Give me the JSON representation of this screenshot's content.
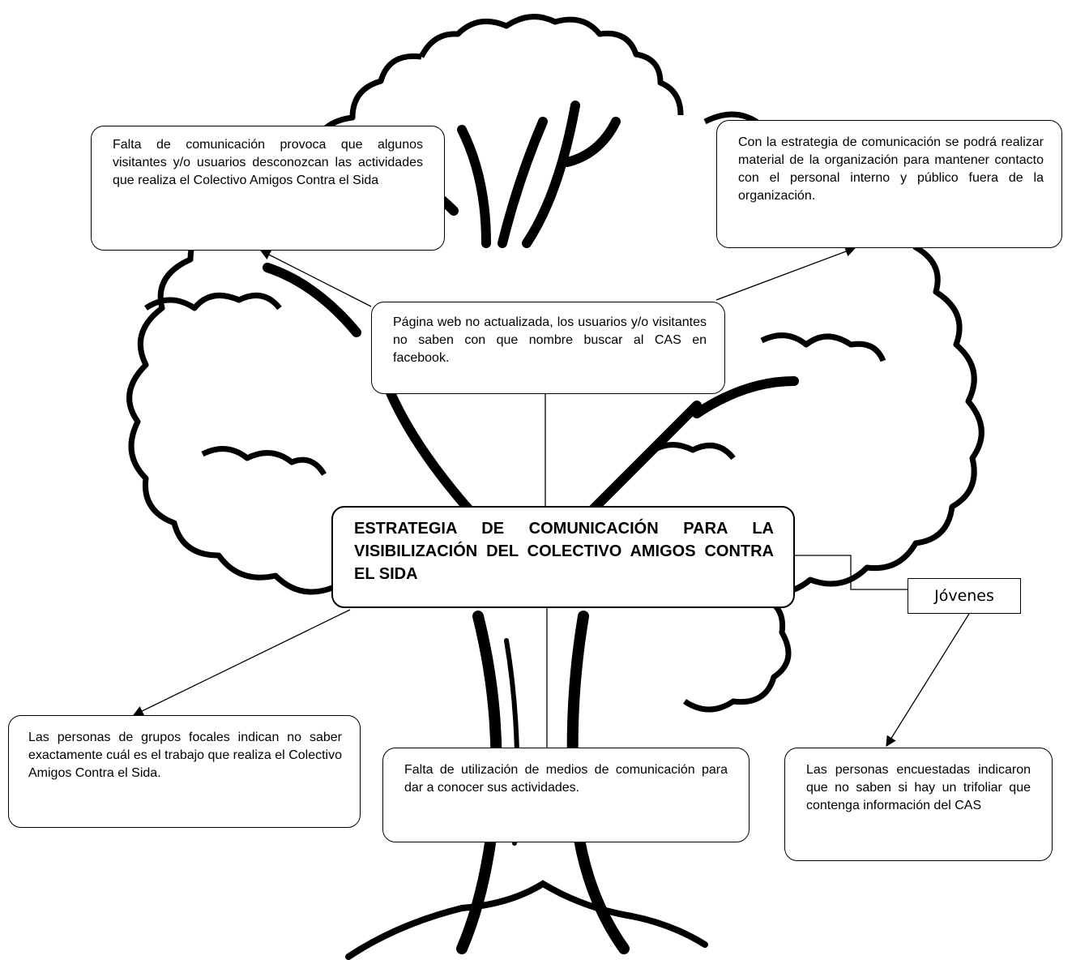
{
  "diagram": {
    "main": "ESTRATEGIA DE COMUNICACIÓN PARA LA VISIBILIZACIÓN DEL COLECTIVO AMIGOS CONTRA EL SIDA",
    "top_left": "Falta de comunicación provoca que algunos visitantes y/o usuarios desconozcan las actividades que realiza el Colectivo Amigos Contra el Sida",
    "top_right": "Con la estrategia de comunicación se podrá realizar material de la organización para mantener contacto con el personal interno y público fuera de la organización.",
    "center_top": "Página web no actualizada, los usuarios y/o visitantes no saben con que nombre buscar al CAS en facebook.",
    "jovenes": "Jóvenes",
    "bottom_left": "Las personas de grupos focales indican no saber exactamente cuál es el trabajo que realiza el Colectivo Amigos Contra el Sida.",
    "bottom_center": "Falta de utilización de medios de comunicación para dar a conocer sus actividades.",
    "bottom_right": "Las personas encuestadas indicaron que no saben si hay un trifoliar que contenga información del CAS"
  },
  "colors": {
    "stroke": "#000000",
    "background": "#ffffff"
  }
}
